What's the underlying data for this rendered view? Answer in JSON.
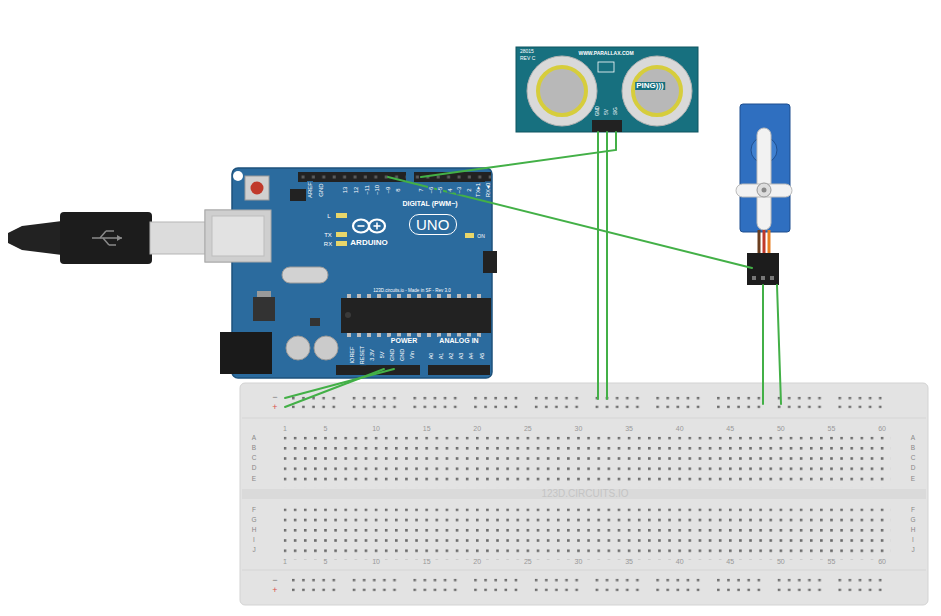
{
  "diagram": {
    "nodes": [
      {
        "text": [
          "28015",
          "REV C",
          "WWW.PARALLAX.COM",
          "PING)))",
          "GND",
          "5V",
          "SIG"
        ]
      },
      {
        "text": [
          "AREF",
          "GND",
          "13",
          "12",
          "~11",
          "~10",
          "~9",
          "8",
          "7",
          "~6",
          "~5",
          "4",
          "~3",
          "2",
          "TX▸1",
          "RX◂0",
          "DIGITAL (PWM~)",
          "L",
          "TX",
          "RX",
          "ARDUINO",
          "ON",
          "123D.circuits.io - Made in SF - Rev 3.0",
          "POWER",
          "ANALOG IN",
          "IOREF",
          "RESET",
          "3.3V",
          "5V",
          "GND",
          "GND",
          "Vin",
          "A0",
          "A1",
          "A2",
          "A3",
          "A4",
          "A5"
        ]
      },
      {
        "text": [
          "UNO"
        ],
        "in": 1
      },
      {
        "text": [
          "−",
          "+",
          "1",
          "5",
          "10",
          "15",
          "20",
          "25",
          "30",
          "35",
          "40",
          "45",
          "50",
          "55",
          "60",
          "A",
          "B",
          "C",
          "D",
          "E",
          "F",
          "G",
          "H",
          "I",
          "J",
          "A",
          "B",
          "C",
          "D",
          "E",
          "F",
          "G",
          "H",
          "I",
          "J",
          "1",
          "5",
          "10",
          "15",
          "20",
          "25",
          "30",
          "35",
          "40",
          "45",
          "50",
          "55",
          "60",
          "−",
          "+",
          "123D.CIRCUITS.IO"
        ]
      }
    ],
    "edges": [
      {
        "from": 1,
        "to": 0,
        "arrow": "none"
      },
      {
        "from": 0,
        "to": 3,
        "arrow": "none"
      },
      {
        "from": 0,
        "to": 3,
        "arrow": "none"
      },
      {
        "from": 1,
        "to": 3,
        "arrow": "none"
      },
      {
        "from": 1,
        "to": 3,
        "arrow": "none"
      }
    ]
  }
}
